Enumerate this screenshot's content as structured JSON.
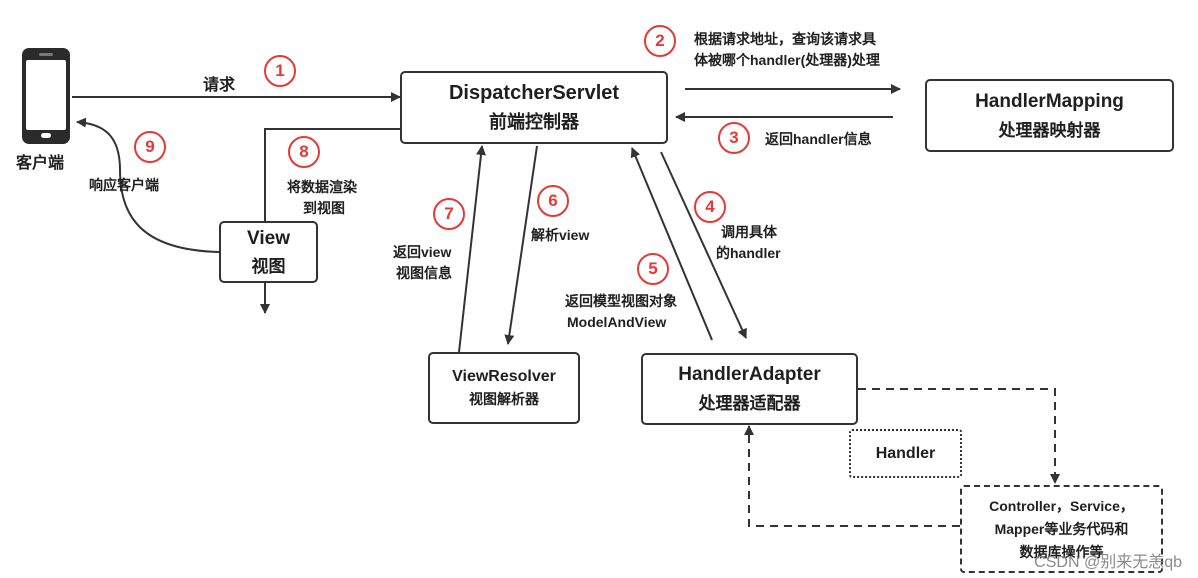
{
  "nodes": {
    "client": "客户端",
    "dispatcher": {
      "title": "DispatcherServlet",
      "subtitle": "前端控制器"
    },
    "handler_mapping": {
      "title": "HandlerMapping",
      "subtitle": "处理器映射器"
    },
    "handler_adapter": {
      "title": "HandlerAdapter",
      "subtitle": "处理器适配器"
    },
    "view_resolver": {
      "title": "ViewResolver",
      "subtitle": "视图解析器"
    },
    "view": {
      "title": "View",
      "subtitle": "视图"
    },
    "handler": "Handler",
    "controller": {
      "line1": "Controller，Service，",
      "line2": "Mapper等业务代码和",
      "line3": "数据库操作等"
    }
  },
  "steps": [
    {
      "num": "1",
      "text": [
        "请求"
      ]
    },
    {
      "num": "2",
      "text": [
        "根据请求地址，查询该请求具",
        "体被哪个handler(处理器)处理"
      ]
    },
    {
      "num": "3",
      "text": [
        "返回handler信息"
      ]
    },
    {
      "num": "4",
      "text": [
        "调用具体",
        "的handler"
      ]
    },
    {
      "num": "5",
      "text": [
        "返回模型视图对象",
        "ModelAndView"
      ]
    },
    {
      "num": "6",
      "text": [
        "解析view"
      ]
    },
    {
      "num": "7",
      "text": [
        "返回view",
        "视图信息"
      ]
    },
    {
      "num": "8",
      "text": [
        "将数据渲染",
        "到视图"
      ]
    },
    {
      "num": "9",
      "text": [
        "响应客户端"
      ]
    }
  ],
  "watermark": "CSDN @别来无恙qb",
  "colors": {
    "step_number": "#e53935",
    "line": "#333333"
  }
}
